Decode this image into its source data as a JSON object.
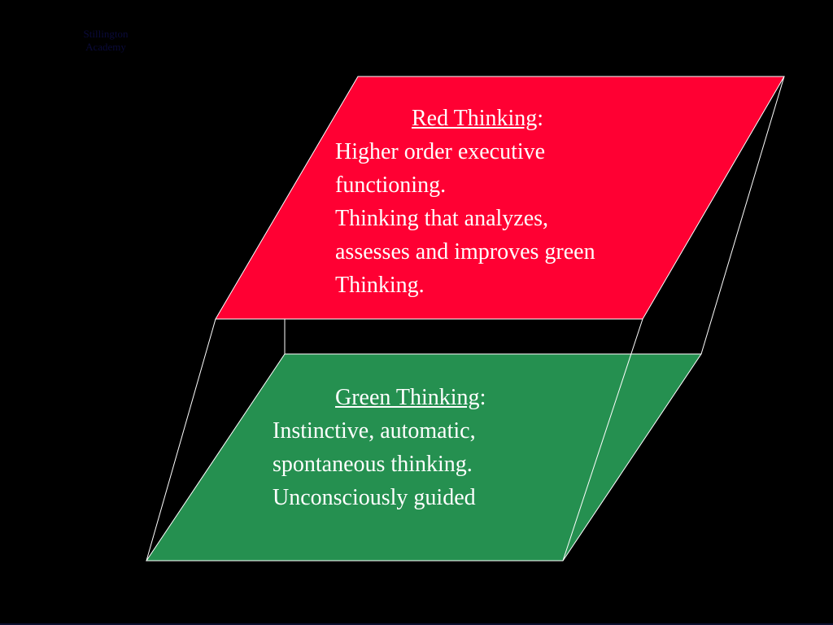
{
  "corner_label": {
    "line1": "Stillington",
    "line2": "Academy"
  },
  "red_plane": {
    "color": "#FF0033",
    "heading": "Red Thinking",
    "heading_suffix": ":",
    "lines": [
      "Higher order executive",
      "functioning.",
      "Thinking that analyzes,",
      "assesses and improves green",
      "Thinking."
    ]
  },
  "green_plane": {
    "color": "#259050",
    "heading": "Green Thinking",
    "heading_suffix": ":",
    "lines": [
      "Instinctive, automatic,",
      "spontaneous thinking.",
      "Unconsciously guided"
    ]
  },
  "edge_color": "#FFFFFF"
}
